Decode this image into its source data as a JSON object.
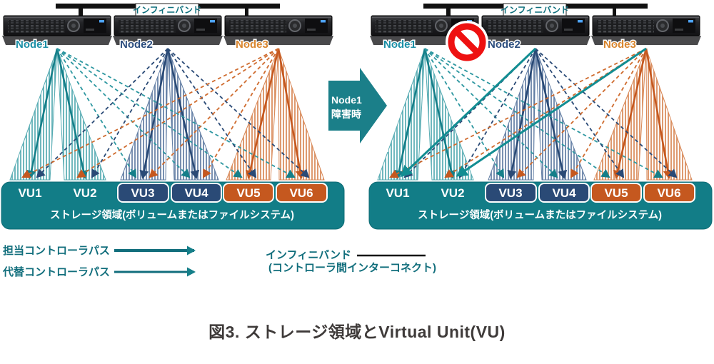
{
  "left_panel": {
    "infiniband_label": "インフィニバンド",
    "nodes": [
      "Node1",
      "Node2",
      "Node3"
    ],
    "vus": [
      "VU1",
      "VU2",
      "VU3",
      "VU4",
      "VU5",
      "VU6"
    ],
    "storage_label": "ストレージ領域(ボリュームまたはファイルシステム)"
  },
  "right_panel": {
    "infiniband_label": "インフィニバンド",
    "nodes": [
      "Node1",
      "Node2",
      "Node3"
    ],
    "vus": [
      "VU1",
      "VU2",
      "VU3",
      "VU4",
      "VU5",
      "VU6"
    ],
    "storage_label": "ストレージ領域(ボリュームまたはファイルシステム)",
    "blocked_node": "Node1"
  },
  "transition": {
    "line1": "Node1",
    "line2": "障害時"
  },
  "legend": {
    "assigned_path": "担当コントローラパス",
    "alternate_path": "代替コントローラパス",
    "infiniband_line1": "インフィニバンド",
    "infiniband_line2": "(コントローラ間インターコネクト)"
  },
  "caption": "図3. ストレージ領域とVirtual Unit(VU)",
  "colors": {
    "teal": "#157f89",
    "teal_bright": "#128d92",
    "navy": "#2a4a76",
    "orange": "#c5581f",
    "storage": "#127d87",
    "prohibition_red": "#ee1111",
    "caption_gray": "#3e3a39"
  }
}
